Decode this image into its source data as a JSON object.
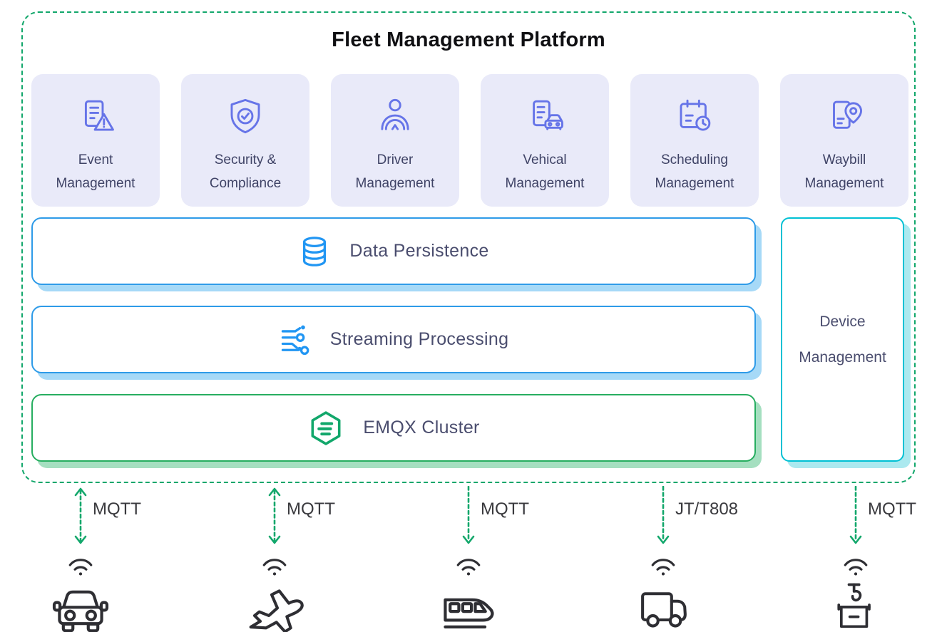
{
  "title": "Fleet Management Platform",
  "platform": {
    "modules": [
      {
        "label": "Event Management"
      },
      {
        "label": "Security & Compliance"
      },
      {
        "label": "Driver Management"
      },
      {
        "label": "Vehical Management"
      },
      {
        "label": "Scheduling Management"
      },
      {
        "label": "Waybill Management"
      }
    ],
    "layers": [
      {
        "label": "Data Persistence"
      },
      {
        "label": "Streaming Processing"
      },
      {
        "label": "EMQX Cluster"
      }
    ],
    "side_panel": {
      "line1": "Device",
      "line2": "Management"
    }
  },
  "connections": [
    {
      "protocol": "MQTT",
      "device": "car",
      "bidirectional": true
    },
    {
      "protocol": "MQTT",
      "device": "airplane",
      "bidirectional": true
    },
    {
      "protocol": "MQTT",
      "device": "train",
      "bidirectional": false
    },
    {
      "protocol": "JT/T808",
      "device": "truck",
      "bidirectional": false
    },
    {
      "protocol": "MQTT",
      "device": "crane",
      "bidirectional": false
    }
  ],
  "colors": {
    "outline_green": "#12A76B",
    "card_bg": "#E9EAF9",
    "card_icon_indigo": "#6674E8",
    "card_text": "#3F4366",
    "layer_blue": "#2E9BE8",
    "layer_blue_shadow": "#A6D9F7",
    "layer_green": "#27AE60",
    "layer_green_shadow": "#A5DFC0",
    "device_teal": "#00C1D4",
    "device_teal_shadow": "#ABE9EF",
    "emqx_green": "#12A76B",
    "database_blue": "#2196F3",
    "layer_text": "#4A4D6E",
    "protocol_text": "#3A3A3E",
    "vehicle_icon": "#2E2E33"
  }
}
